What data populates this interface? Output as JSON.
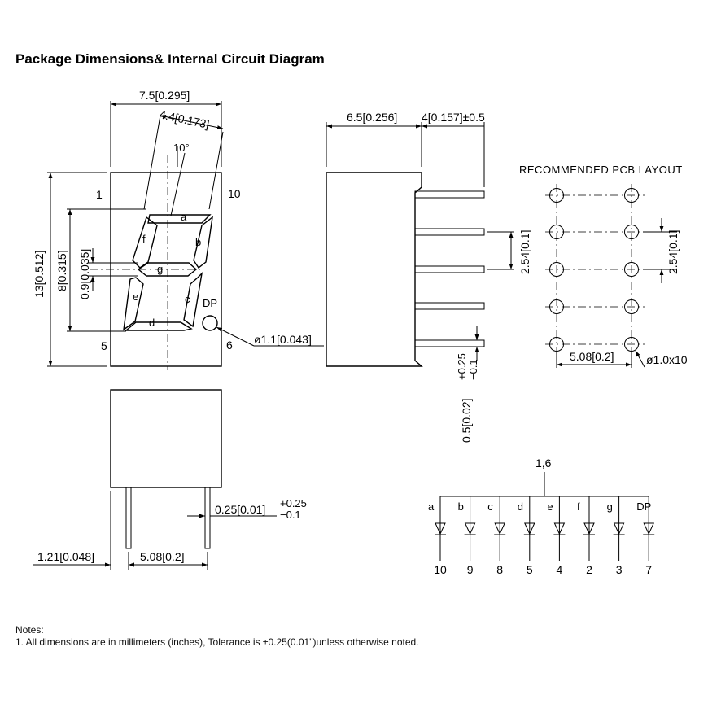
{
  "title": "Package Dimensions& Internal Circuit Diagram",
  "front_view": {
    "width_label": "7.5[0.295]",
    "digit_width_label": "4.4[0.173]",
    "slant_label": "10°",
    "height_label": "13[0.512]",
    "digit_height_label": "8[0.315]",
    "segment_width_label": "0.9[0.035]",
    "dp_diameter_label": "ø1.1[0.043]",
    "pin_labels": [
      "1",
      "10",
      "5",
      "6"
    ],
    "segments": [
      "a",
      "b",
      "c",
      "d",
      "e",
      "f",
      "g"
    ],
    "dp_label": "DP"
  },
  "side_view": {
    "depth_label": "6.5[0.256]",
    "pin_length_label": "4[0.157]±0.5",
    "pitch_label": "2.54[0.1]",
    "pin_thickness_label": "0.5[0.02]",
    "pin_thickness_tol_plus": "+0.25",
    "pin_thickness_tol_minus": "−0.1"
  },
  "bottom_view": {
    "pin_width_label": "0.25[0.01]",
    "pin_width_tol_plus": "+0.25",
    "pin_width_tol_minus": "−0.1",
    "edge_offset_label": "1.21[0.048]",
    "row_spacing_label": "5.08[0.2]"
  },
  "pcb_layout": {
    "title": "RECOMMENDED  PCB  LAYOUT",
    "pitch_label": "2.54[0.1]",
    "row_spacing_label": "5.08[0.2]",
    "hole_label": "ø1.0x10"
  },
  "circuit": {
    "common_label": "1,6",
    "segments": [
      "a",
      "b",
      "c",
      "d",
      "e",
      "f",
      "g",
      "DP"
    ],
    "pins": [
      "10",
      "9",
      "8",
      "5",
      "4",
      "2",
      "3",
      "7"
    ]
  },
  "notes": {
    "heading": "Notes:",
    "line1": "1. All dimensions are in millimeters (inches), Tolerance is ±0.25(0.01\")unless otherwise noted."
  }
}
